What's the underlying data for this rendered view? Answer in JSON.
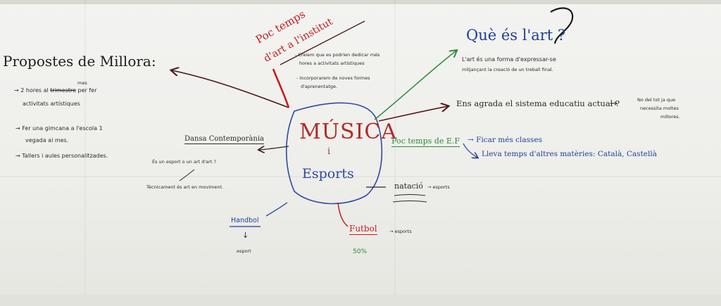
{
  "center": {
    "line1": "MÚSICA",
    "line2": "i",
    "line3": "Esports"
  },
  "propostes": {
    "title": "Propostes de Millora:",
    "item1_pre": "→ 2 hores al",
    "item1_insert": "mes",
    "item1_struck": "trimestre",
    "item1_post": "per fer",
    "item1_line2": "activitats artístiques",
    "item2": "→ Fer una gimcana a l'escola 1",
    "item2_line2": "vegada al mes.",
    "item3": "→ Tallers i aules personalitzades."
  },
  "poc_temps_art": {
    "title_line1": "Poc temps",
    "title_line2": "d'art a l'institut",
    "note1_line1": "- Creiem que es podrien dedicar més",
    "note1_line2": "hores a activitats artístiques",
    "note2_line1": "- Incorporarem de noves formes",
    "note2_line2": "d'aprenentatge."
  },
  "que_es_art": {
    "title": "Què és l'art ?",
    "answer_line1": "L'art és una forma d'expressar-se",
    "answer_line2": "mitjançant la creació de un treball final."
  },
  "sistema": {
    "question": "Ens agrada el sistema educatiu actual ?",
    "arrow": "→",
    "answer_line1": "No del tot ja que",
    "answer_line2": "necessita moltes",
    "answer_line3": "millores."
  },
  "ef": {
    "label": "Poc temps de E.F",
    "item1": "→ Ficar més classes",
    "item2": "Lleva temps d'altres matèries: Català, Castellà"
  },
  "dansa": {
    "title": "Dansa Contemporània",
    "question": "És un esport o un art d'art ?",
    "answer": "Tècnicament és art en moviment."
  },
  "natacio": {
    "label": "natació",
    "value": "→ esports"
  },
  "futbol": {
    "label": "Futbol",
    "value": "→ esports",
    "percent": "50%"
  },
  "handbol": {
    "label": "Handbol",
    "down": "↓",
    "value": "esport"
  },
  "colors": {
    "blue": "#1f3f9a",
    "red": "#c41f1f",
    "green": "#2f8a3c",
    "dark": "#2a2a2a",
    "paper": "#efefeb"
  }
}
